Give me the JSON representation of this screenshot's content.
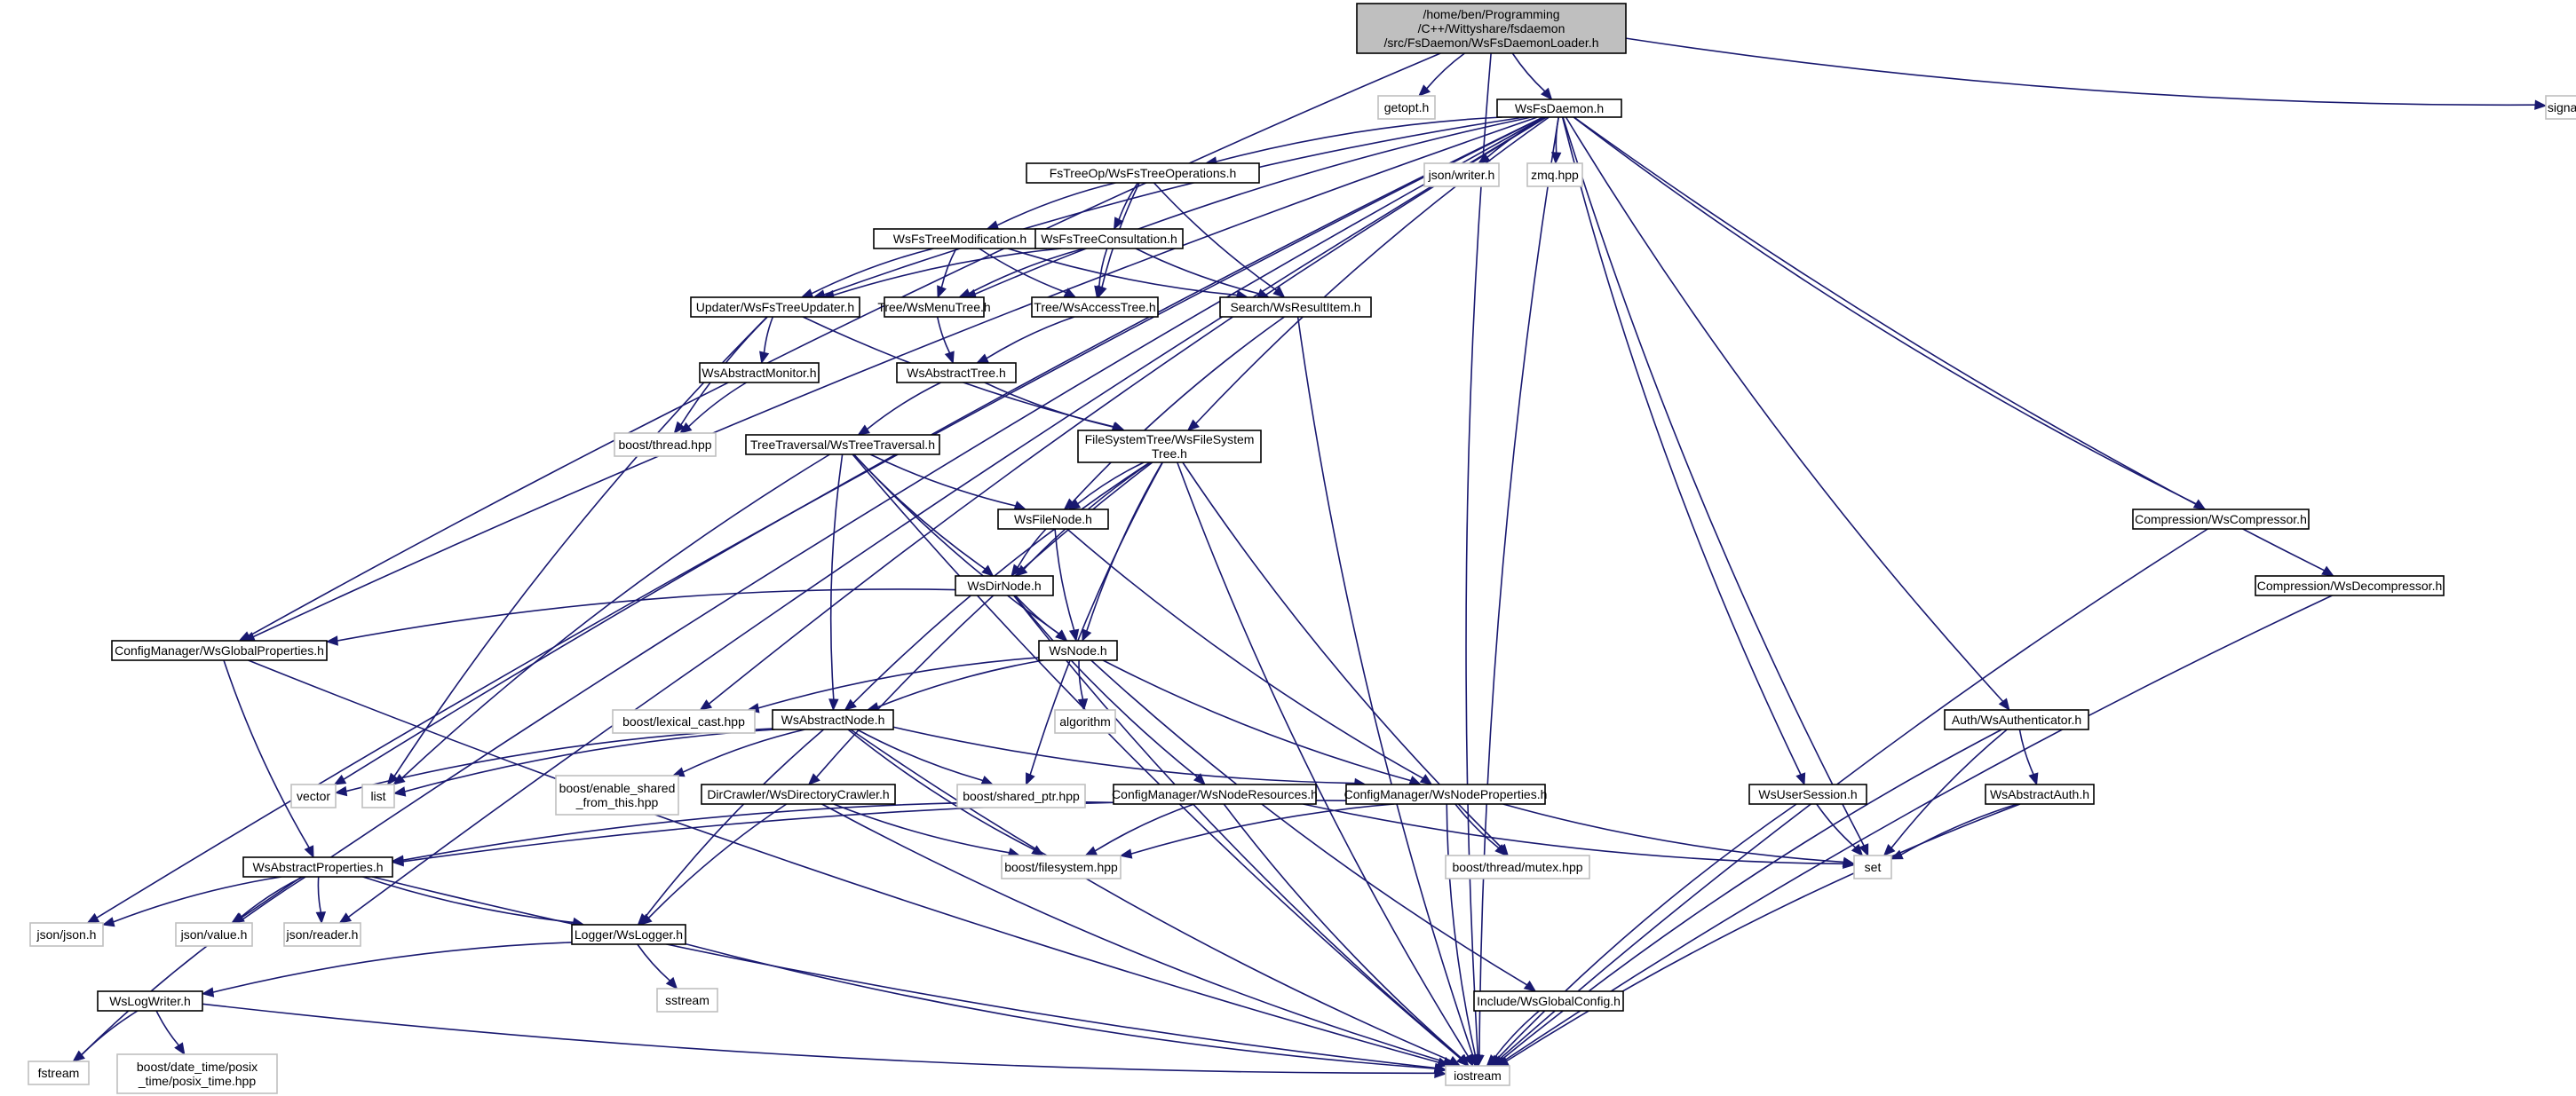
{
  "colors": {
    "edge": "#191970",
    "root_fill": "#bfbfbf",
    "external_border": "#bfbfbf",
    "internal_border": "#000000",
    "background": "#ffffff"
  },
  "root": {
    "lines": [
      "/home/ben/Programming",
      "/C++/Wittyshare/fsdaemon",
      "/src/FsDaemon/WsFsDaemonLoader.h"
    ]
  },
  "nodes": {
    "getopt": {
      "lines": [
        "getopt.h"
      ],
      "kind": "external"
    },
    "wsfsdaemon": {
      "lines": [
        "WsFsDaemon.h"
      ],
      "kind": "internal"
    },
    "signal": {
      "lines": [
        "signal.h"
      ],
      "kind": "external"
    },
    "fstreeops": {
      "lines": [
        "FsTreeOp/WsFsTreeOperations.h"
      ],
      "kind": "internal"
    },
    "jsonwriter": {
      "lines": [
        "json/writer.h"
      ],
      "kind": "external"
    },
    "zmq": {
      "lines": [
        "zmq.hpp"
      ],
      "kind": "external"
    },
    "treemod": {
      "lines": [
        "WsFsTreeModification.h"
      ],
      "kind": "internal"
    },
    "treecons": {
      "lines": [
        "WsFsTreeConsultation.h"
      ],
      "kind": "internal"
    },
    "updater": {
      "lines": [
        "Updater/WsFsTreeUpdater.h"
      ],
      "kind": "internal"
    },
    "menutree": {
      "lines": [
        "Tree/WsMenuTree.h"
      ],
      "kind": "internal"
    },
    "accesstree": {
      "lines": [
        "Tree/WsAccessTree.h"
      ],
      "kind": "internal"
    },
    "resultitem": {
      "lines": [
        "Search/WsResultItem.h"
      ],
      "kind": "internal"
    },
    "absmonitor": {
      "lines": [
        "WsAbstractMonitor.h"
      ],
      "kind": "internal"
    },
    "abstree": {
      "lines": [
        "WsAbstractTree.h"
      ],
      "kind": "internal"
    },
    "thread": {
      "lines": [
        "boost/thread.hpp"
      ],
      "kind": "external"
    },
    "treetraversal": {
      "lines": [
        "TreeTraversal/WsTreeTraversal.h"
      ],
      "kind": "internal"
    },
    "fstree": {
      "lines": [
        "FileSystemTree/WsFileSystem",
        "Tree.h"
      ],
      "kind": "internal"
    },
    "filenode": {
      "lines": [
        "WsFileNode.h"
      ],
      "kind": "internal"
    },
    "dirnode": {
      "lines": [
        "WsDirNode.h"
      ],
      "kind": "internal"
    },
    "compressor": {
      "lines": [
        "Compression/WsCompressor.h"
      ],
      "kind": "internal"
    },
    "decompressor": {
      "lines": [
        "Compression/WsDecompressor.h"
      ],
      "kind": "internal"
    },
    "globalprops": {
      "lines": [
        "ConfigManager/WsGlobalProperties.h"
      ],
      "kind": "internal"
    },
    "wsnode": {
      "lines": [
        "WsNode.h"
      ],
      "kind": "internal"
    },
    "lexicalcast": {
      "lines": [
        "boost/lexical_cast.hpp"
      ],
      "kind": "external"
    },
    "algorithm": {
      "lines": [
        "algorithm"
      ],
      "kind": "external"
    },
    "authenticator": {
      "lines": [
        "Auth/WsAuthenticator.h"
      ],
      "kind": "internal"
    },
    "absnode": {
      "lines": [
        "WsAbstractNode.h"
      ],
      "kind": "internal"
    },
    "vector": {
      "lines": [
        "vector"
      ],
      "kind": "external"
    },
    "list": {
      "lines": [
        "list"
      ],
      "kind": "external"
    },
    "enableshared": {
      "lines": [
        "boost/enable_shared",
        "_from_this.hpp"
      ],
      "kind": "external"
    },
    "dircrawler": {
      "lines": [
        "DirCrawler/WsDirectoryCrawler.h"
      ],
      "kind": "internal"
    },
    "sharedptr": {
      "lines": [
        "boost/shared_ptr.hpp"
      ],
      "kind": "external"
    },
    "noderes": {
      "lines": [
        "ConfigManager/WsNodeResources.h"
      ],
      "kind": "internal"
    },
    "nodeprops": {
      "lines": [
        "ConfigManager/WsNodeProperties.h"
      ],
      "kind": "internal"
    },
    "usersession": {
      "lines": [
        "WsUserSession.h"
      ],
      "kind": "internal"
    },
    "absauth": {
      "lines": [
        "WsAbstractAuth.h"
      ],
      "kind": "internal"
    },
    "absprops": {
      "lines": [
        "WsAbstractProperties.h"
      ],
      "kind": "internal"
    },
    "filesystem": {
      "lines": [
        "boost/filesystem.hpp"
      ],
      "kind": "external"
    },
    "mutex": {
      "lines": [
        "boost/thread/mutex.hpp"
      ],
      "kind": "external"
    },
    "set": {
      "lines": [
        "set"
      ],
      "kind": "external"
    },
    "jsonjson": {
      "lines": [
        "json/json.h"
      ],
      "kind": "external"
    },
    "jsonvalue": {
      "lines": [
        "json/value.h"
      ],
      "kind": "external"
    },
    "jsonreader": {
      "lines": [
        "json/reader.h"
      ],
      "kind": "external"
    },
    "logger": {
      "lines": [
        "Logger/WsLogger.h"
      ],
      "kind": "internal"
    },
    "sstream": {
      "lines": [
        "sstream"
      ],
      "kind": "external"
    },
    "globalconfig": {
      "lines": [
        "Include/WsGlobalConfig.h"
      ],
      "kind": "internal"
    },
    "logwriter": {
      "lines": [
        "WsLogWriter.h"
      ],
      "kind": "internal"
    },
    "fstream": {
      "lines": [
        "fstream"
      ],
      "kind": "external"
    },
    "posixtime": {
      "lines": [
        "boost/date_time/posix",
        "_time/posix_time.hpp"
      ],
      "kind": "external"
    },
    "iostream": {
      "lines": [
        "iostream"
      ],
      "kind": "external"
    }
  }
}
